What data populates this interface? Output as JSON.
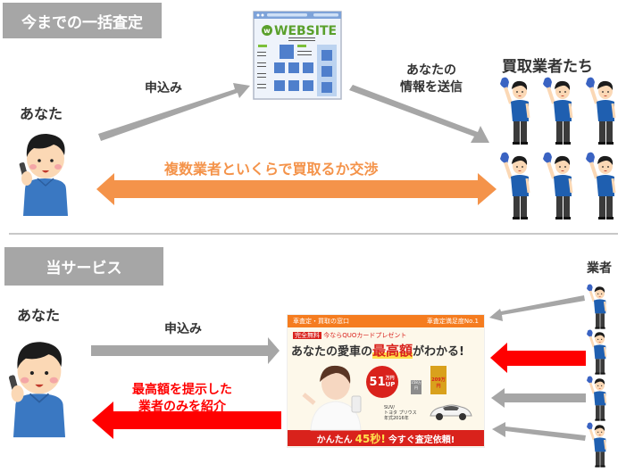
{
  "top_section": {
    "header": "今までの一括査定",
    "you_label": "あなた",
    "apply_label": "申込み",
    "website_title": "WEBSITE",
    "send_info_label_line1": "あなたの",
    "send_info_label_line2": "情報を送信",
    "buyers_label": "買取業者たち",
    "negotiation_label": "複数業者といくらで買取るか交渉",
    "buyer_count": 6
  },
  "bottom_section": {
    "header": "当サービス",
    "you_label": "あなた",
    "apply_label": "申込み",
    "result_label_line1": "最高額を提示した",
    "result_label_line2": "業者のみを紹介",
    "dealers_label": "業者",
    "dealer_count": 4,
    "banner": {
      "top_left": "車査定・買取の窓口",
      "top_right": "車査定満足度No.1",
      "badge": "完全無料",
      "promo": "今ならQUOカードプレゼント",
      "headline_pre": "あなたの愛車の",
      "headline_highlight": "最高額",
      "headline_post": "がわかる!",
      "up_amount": "51",
      "up_unit": "万円",
      "up_text": "UP",
      "price_before": "158万円",
      "price_after": "209万円",
      "car_type": "SUV/",
      "car_model": "トヨタ プリウス",
      "car_year": "年式2016年",
      "cta_pre": "かんたん",
      "cta_time": "45秒!",
      "cta_post": "今すぐ査定依頼!"
    }
  },
  "colors": {
    "header_gray": "#a6a6a6",
    "arrow_gray": "#a6a6a6",
    "orange": "#f4934a",
    "red": "#ff0000",
    "shirt_blue": "#3a78c2",
    "banner_orange": "#f57c1f",
    "banner_red": "#d9221c"
  }
}
